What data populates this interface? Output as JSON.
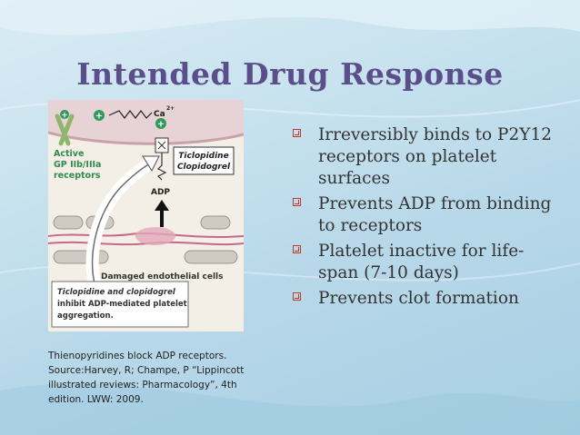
{
  "slide": {
    "title": "Intended Drug Response"
  },
  "figure": {
    "ca_label": "Ca",
    "ca_superscript": "2+",
    "receptor_label_1": "Active",
    "receptor_label_2": "GP IIb/IIIa",
    "receptor_label_3": "receptors",
    "drug_label_1": "Ticlopidine",
    "drug_label_2": "Clopidogrel",
    "adp_label": "ADP",
    "endothelial_label": "Damaged endothelial cells",
    "inhibit_line_1": "Ticlopidine and clopidogrel",
    "inhibit_line_2": "inhibit ADP-mediated platelet",
    "inhibit_line_3": "aggregation."
  },
  "bullets": [
    "Irreversibly binds to P2Y12 receptors on platelet surfaces",
    "Prevents ADP from binding to receptors",
    "Platelet inactive for life-span (7-10 days)",
    "Prevents clot formation"
  ],
  "caption": {
    "line_1": "Thienopyridines block ADP receptors.",
    "line_2": "Source:Harvey, R; Champe, P “Lippincott",
    "line_3": "illustrated reviews: Pharmacology”, 4th",
    "line_4": "edition. LWW: 2009."
  }
}
